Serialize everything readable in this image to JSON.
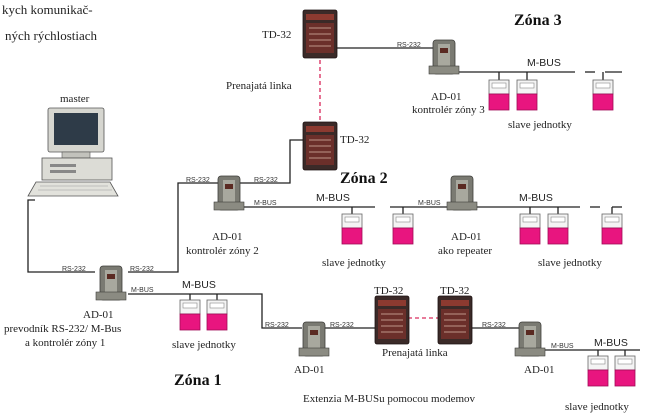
{
  "intro_text": {
    "line1": "kych komunikač-",
    "line2": "ných rýchlostiach"
  },
  "zones": {
    "z1": "Zóna 1",
    "z2": "Zóna 2",
    "z3": "Zóna 3"
  },
  "labels": {
    "master": "master",
    "td32": "TD-32",
    "rs232": "RS-232",
    "mbus": "M-BUS",
    "mbus_small": "M-BUS",
    "leased_line": "Prenajatá linka",
    "ad01": "AD-01",
    "ctrl_zone3": "kontrolér zóny 3",
    "ctrl_zone2": "kontrolér zóny 2",
    "repeater": "ako repeater",
    "converter1": "prevodník RS-232/ M-Bus",
    "converter2": "a kontrolér zóny 1",
    "slaves": "slave jednotky",
    "extension": "Extenzia M-BUSu pomocou modemov"
  },
  "colors": {
    "slave": "#e8157f",
    "device": "#6b2f2a",
    "wire": "#222222",
    "link": "#e0507a"
  },
  "icons": [
    "computer-icon",
    "modem-icon",
    "controller-icon",
    "meter-icon"
  ]
}
